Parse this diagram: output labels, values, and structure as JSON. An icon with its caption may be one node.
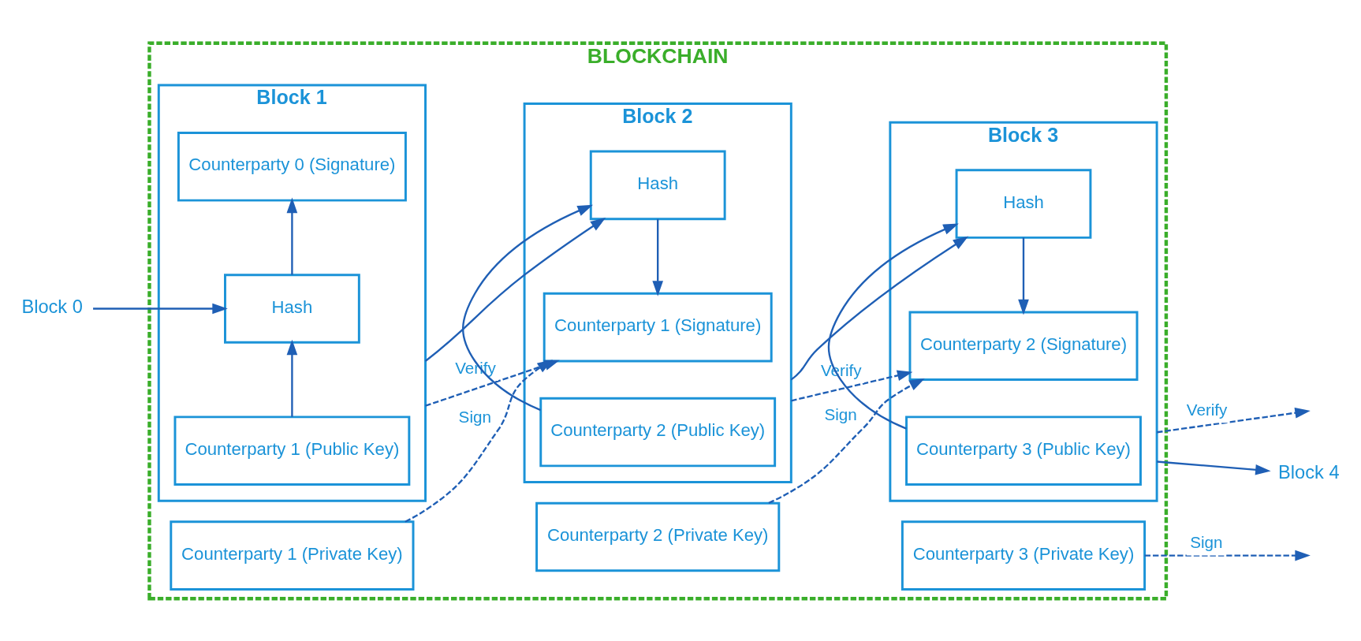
{
  "diagram": {
    "nodes": [
      {
        "text": [
          "BLOCKCHAIN"
        ]
      },
      {
        "text": [
          "Block 1"
        ],
        "in": 0
      },
      {
        "text": [
          "Counterparty 1 (Public Key)"
        ],
        "in": 1
      },
      {
        "text": [
          "Hash"
        ],
        "in": 1
      },
      {
        "text": [
          "Counterparty 0 (Signature)"
        ],
        "in": 1
      },
      {
        "text": [
          "Block 2"
        ],
        "in": 0
      },
      {
        "text": [
          "Counterparty 2 (Public Key)"
        ],
        "in": 5
      },
      {
        "text": [
          "Hash"
        ],
        "in": 5
      },
      {
        "text": [
          "Counterparty 1 (Signature)"
        ],
        "in": 5
      },
      {
        "text": [
          "Block 3"
        ],
        "in": 0
      },
      {
        "text": [
          "Counterparty 3 (Public Key)"
        ],
        "in": 9
      },
      {
        "text": [
          "Hash"
        ],
        "in": 9
      },
      {
        "text": [
          "Counterparty 2 (Signature)"
        ],
        "in": 9
      },
      {
        "text": [
          "Counterparty 1 (Private Key)"
        ],
        "in": 0
      },
      {
        "text": [
          "Counterparty 2 (Private Key)"
        ],
        "in": 0
      },
      {
        "text": [
          "Counterparty 3 (Private Key)"
        ],
        "in": 0
      },
      {
        "text": [
          "Block 0"
        ]
      },
      {
        "text": [
          "Block 4"
        ]
      }
    ],
    "edges": [
      {
        "from": 16,
        "to": 3,
        "arrow": "to"
      },
      {
        "from": 2,
        "to": 3,
        "arrow": "to"
      },
      {
        "from": 3,
        "to": 4,
        "arrow": "to"
      },
      {
        "from": 1,
        "to": 7,
        "arrow": "to"
      },
      {
        "from": 1,
        "to": 8,
        "arrow": "to",
        "label": "Verify",
        "style": "dashed"
      },
      {
        "from": 13,
        "to": 8,
        "arrow": "to",
        "label": "Sign",
        "style": "dashed"
      },
      {
        "from": 6,
        "to": 7,
        "arrow": "to"
      },
      {
        "from": 7,
        "to": 8,
        "arrow": "to"
      },
      {
        "from": 5,
        "to": 11,
        "arrow": "to"
      },
      {
        "from": 5,
        "to": 12,
        "arrow": "to",
        "label": "Verify",
        "style": "dashed"
      },
      {
        "from": 14,
        "to": 12,
        "arrow": "to",
        "label": "Sign",
        "style": "dashed"
      },
      {
        "from": 10,
        "to": 11,
        "arrow": "to"
      },
      {
        "from": 11,
        "to": 12,
        "arrow": "to"
      },
      {
        "from": 9,
        "to": 17,
        "arrow": "to"
      },
      {
        "from": 9,
        "to": null,
        "arrow": "to",
        "label": "Verify",
        "style": "dashed"
      },
      {
        "from": 15,
        "to": null,
        "arrow": "to",
        "label": "Sign",
        "style": "dashed"
      }
    ]
  }
}
